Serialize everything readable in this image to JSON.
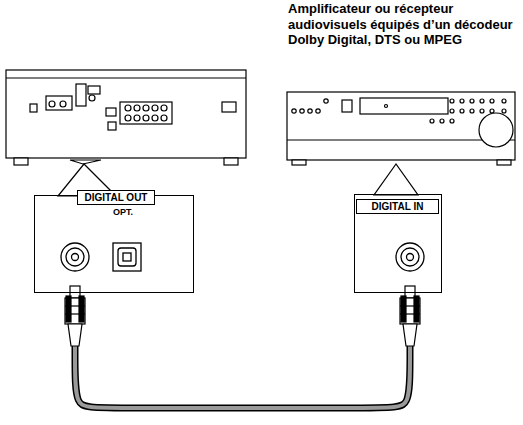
{
  "diagram": {
    "nodes": [
      {
        "text": [
          "DIGITAL OUT",
          "OPT."
        ]
      },
      {
        "text": [
          "DIGITAL IN"
        ]
      }
    ],
    "edges": [
      {
        "from": 0,
        "to": 1,
        "arrow": "none"
      }
    ],
    "labels": [
      "Amplificateur ou récepteur audiovisuels équipés d’un décodeur Dolby Digital, DTS ou MPEG"
    ]
  }
}
